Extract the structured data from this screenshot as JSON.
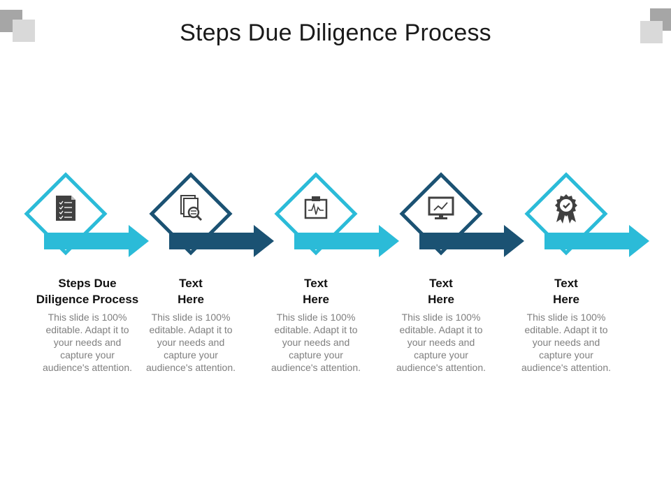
{
  "title": "Steps Due Diligence Process",
  "colors": {
    "light": "#2bbbd8",
    "dark": "#1b5273",
    "icon": "#404040",
    "corner_dark": "#a6a6a6",
    "corner_light": "#d9d9d9"
  },
  "steps": [
    {
      "heading": "Steps Due\nDiligence Process",
      "description": "This slide is 100%\neditable. Adapt it to\nyour needs and\ncapture your\naudience's attention.",
      "color": "light",
      "icon": "checklist-document-icon"
    },
    {
      "heading": "Text\nHere",
      "description": "This slide is 100%\neditable. Adapt it to\nyour needs and\ncapture your\naudience's attention.",
      "color": "dark",
      "icon": "document-search-icon"
    },
    {
      "heading": "Text\nHere",
      "description": "This slide is 100%\neditable. Adapt it to\nyour needs and\ncapture your\naudience's attention.",
      "color": "light",
      "icon": "clipboard-pulse-icon"
    },
    {
      "heading": "Text\nHere",
      "description": "This slide is 100%\neditable. Adapt it to\nyour needs and\ncapture your\naudience's attention.",
      "color": "dark",
      "icon": "monitor-chart-icon"
    },
    {
      "heading": "Text\nHere",
      "description": "This slide is 100%\neditable. Adapt it to\nyour needs and\ncapture your\naudience's attention.",
      "color": "light",
      "icon": "award-badge-icon"
    }
  ]
}
